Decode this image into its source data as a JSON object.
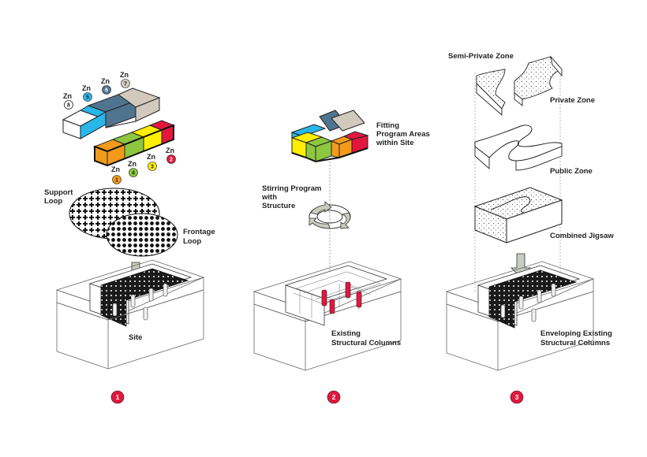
{
  "colors": {
    "red": "#e3173e",
    "orange": "#f39a1a",
    "green": "#8dc63f",
    "yellow": "#ffee00",
    "cyan": "#29b6e8",
    "slate": "#4f7490",
    "tan": "#d2c9bd",
    "arrow_gray": "#c8cdbf"
  },
  "panel1": {
    "zones_top": [
      {
        "zn": "Zn",
        "num": "8"
      },
      {
        "zn": "Zn",
        "num": "5"
      },
      {
        "zn": "Zn",
        "num": "6"
      },
      {
        "zn": "Zn",
        "num": "7"
      }
    ],
    "zones_bottom": [
      {
        "zn": "Zn",
        "num": "1"
      },
      {
        "zn": "Zn",
        "num": "4"
      },
      {
        "zn": "Zn",
        "num": "3"
      },
      {
        "zn": "Zn",
        "num": "2"
      }
    ],
    "support_loop": [
      "Support",
      "Loop"
    ],
    "frontage_loop": [
      "Frontage",
      "Loop"
    ],
    "site": "Site",
    "step": "1"
  },
  "panel2": {
    "fitting": [
      "Fitting",
      "Program Areas",
      "within Site"
    ],
    "stirring": [
      "Stirring Program",
      "with",
      "Structure"
    ],
    "existing": [
      "Existing",
      "Structural Columns"
    ],
    "step": "2"
  },
  "panel3": {
    "semi_private": "Semi-Private Zone",
    "private": "Private Zone",
    "public": "Public Zone",
    "combined": "Combined Jigsaw",
    "enveloping": [
      "Enveloping Existing",
      "Structural Columns"
    ],
    "step": "3"
  }
}
